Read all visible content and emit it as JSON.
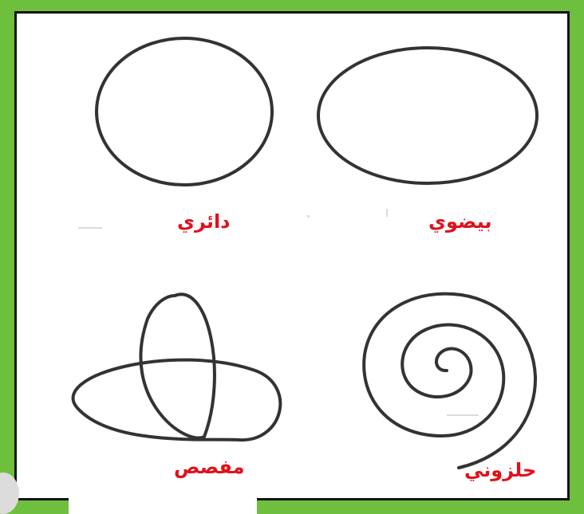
{
  "figure": {
    "shapes": [
      {
        "id": "circular",
        "label": "دائري",
        "icon": "circle-shape"
      },
      {
        "id": "elliptical",
        "label": "بيضوي",
        "icon": "ellipse-shape"
      },
      {
        "id": "cursive",
        "label": "مفصص",
        "icon": "trefoil-shape"
      },
      {
        "id": "spiral",
        "label": "حلزوني",
        "icon": "spiral-shape"
      }
    ],
    "colors": {
      "frame": "#6fbf3f",
      "label": "#e0111b",
      "stroke": "#333333"
    }
  }
}
